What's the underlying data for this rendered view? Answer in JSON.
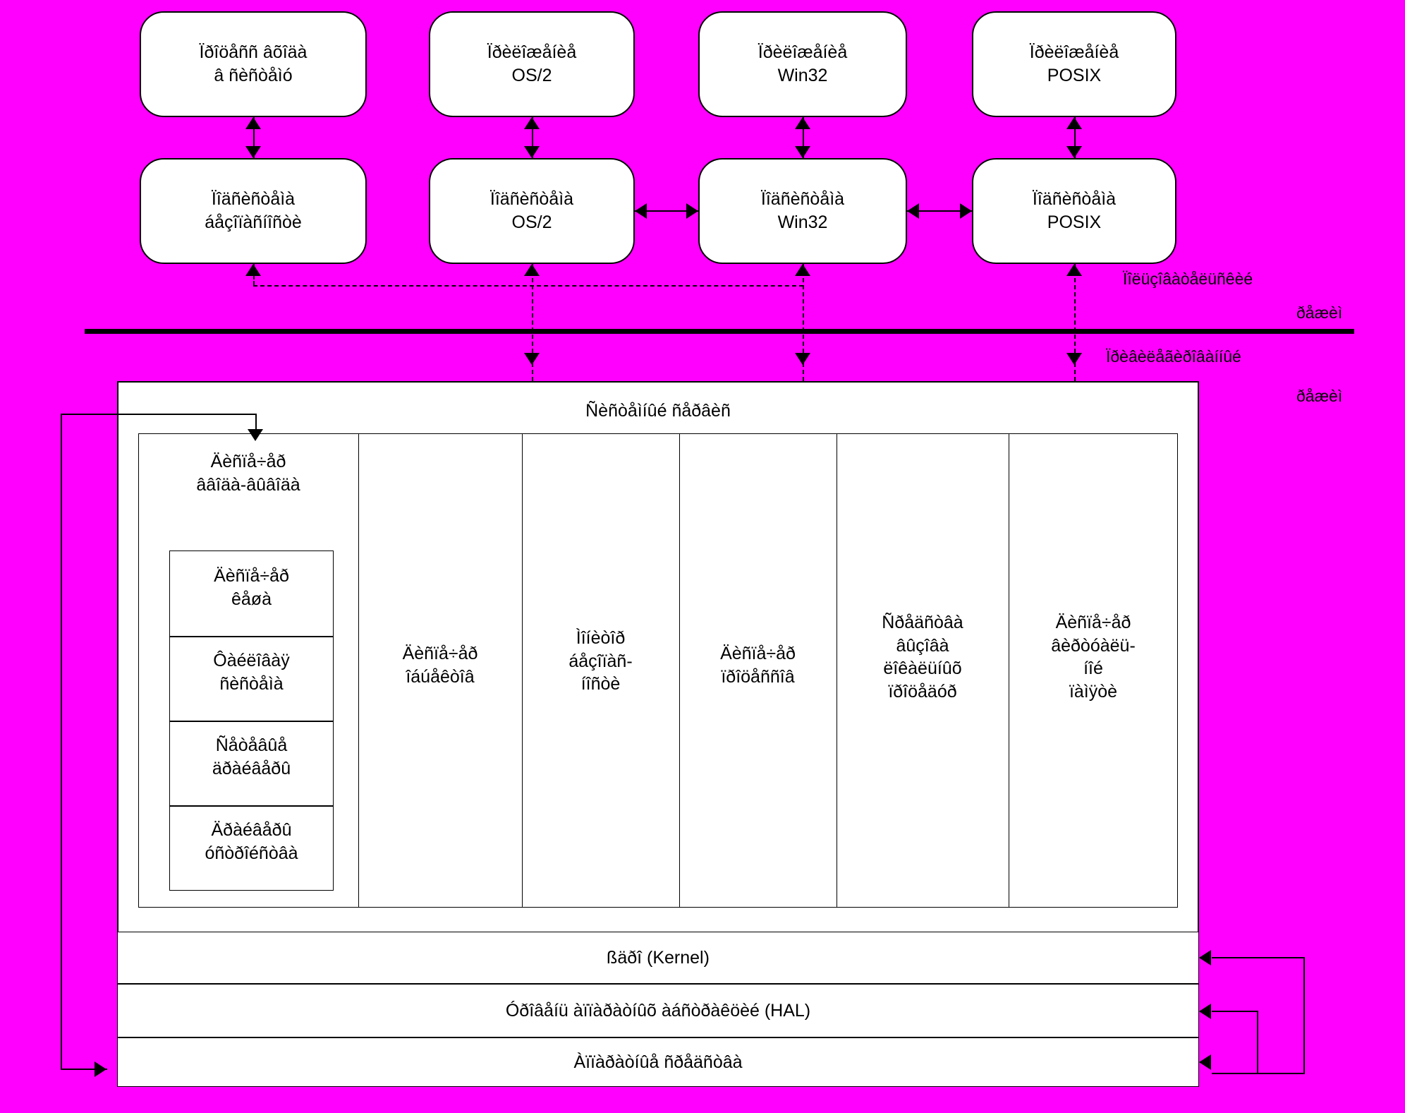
{
  "diagram": {
    "title_note": "Windows NT architecture diagram (Russian, mis-encoded text)",
    "applications": [
      {
        "line1": "Ïðîöåññ âõîäà",
        "line2": "â ñèñòåìó"
      },
      {
        "line1": "Ïðèëîæåíèå",
        "line2": "OS/2"
      },
      {
        "line1": "Ïðèëîæåíèå",
        "line2": "Win32"
      },
      {
        "line1": "Ïðèëîæåíèå",
        "line2": "POSIX"
      }
    ],
    "subsystems": [
      {
        "line1": "Ïîäñèñòåìà",
        "line2": "áåçîïàñíîñòè"
      },
      {
        "line1": "Ïîäñèñòåìà",
        "line2": "OS/2"
      },
      {
        "line1": "Ïîäñèñòåìà",
        "line2": "Win32"
      },
      {
        "line1": "Ïîäñèñòåìà",
        "line2": "POSIX"
      }
    ],
    "side_labels": {
      "user_mode_1": "Ïîëüçîâàòåëüñêèé",
      "user_mode_2": "ðåæèì",
      "kernel_mode_1": "Ïðèâèëåãèðîâàííûé",
      "kernel_mode_2": "ðåæèì"
    },
    "executive": {
      "header": "Ñèñòåìíûé ñåðâèñ",
      "columns": [
        {
          "line1": "Äèñïå÷åð",
          "line2": "ââîäà-âûâîäà"
        },
        {
          "line1": "Äèñïå÷åð",
          "line2": "îáúåêòîâ"
        },
        {
          "line1": "Ìîíèòîð",
          "line2": "áåçîïàñ-",
          "line3": "íîñòè"
        },
        {
          "line1": "Äèñïå÷åð",
          "line2": "ïðîöåññîâ"
        },
        {
          "line1": "Ñðåäñòâà",
          "line2": "âûçîâà",
          "line3": "ëîêàëüíûõ",
          "line4": "ïðîöåäóð"
        },
        {
          "line1": "Äèñïå÷åð",
          "line2": "âèðòóàëü-",
          "line3": "íîé",
          "line4": "ïàìÿòè"
        }
      ],
      "io_subboxes": [
        {
          "line1": "Äèñïå÷åð",
          "line2": "êåøà"
        },
        {
          "line1": "Ôàéëîâàÿ",
          "line2": "ñèñòåìà"
        },
        {
          "line1": "Ñåòåâûå",
          "line2": "äðàéâåðû"
        },
        {
          "line1": "Äðàéâåðû",
          "line2": "óñòðîéñòâà"
        }
      ]
    },
    "bottom_bars": [
      {
        "label": "ßäðî (Kernel)"
      },
      {
        "label": "Óðîâåíü àïïàðàòíûõ àáñòðàêöèé (HAL)"
      },
      {
        "label": "Àïïàðàòíûå ñðåäñòâà"
      }
    ],
    "colors": {
      "background": "#FF00FF",
      "box_fill": "#FFFFFF",
      "stroke": "#000000"
    }
  }
}
